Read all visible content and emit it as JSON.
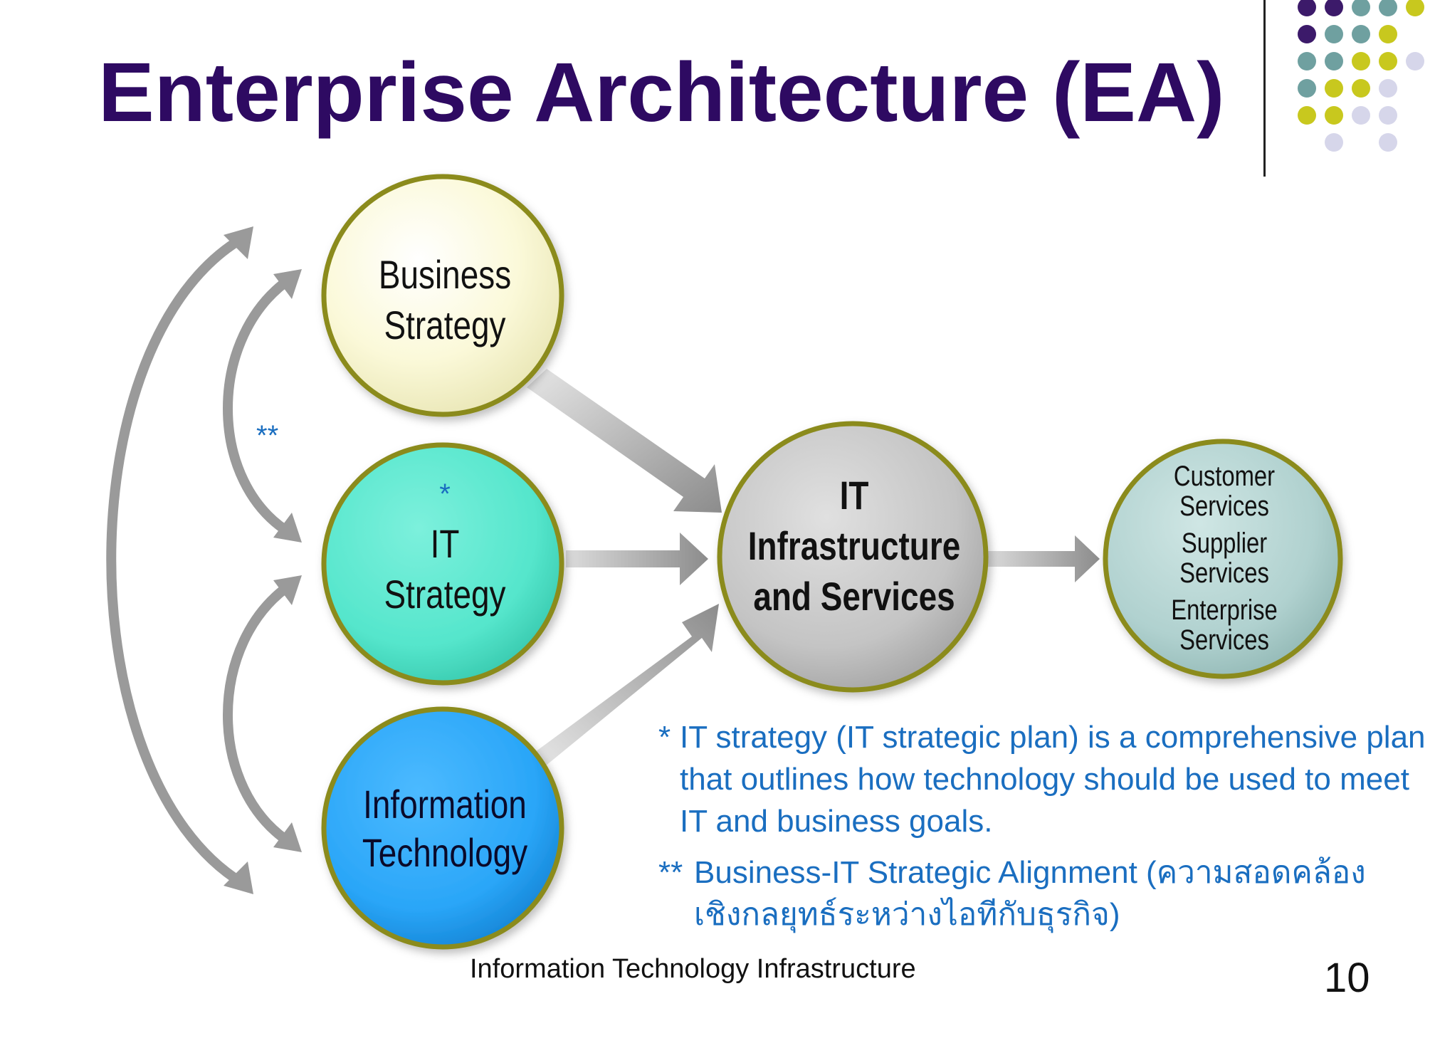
{
  "slide": {
    "title": "Enterprise Architecture (EA)",
    "footer": "Information Technology Infrastructure",
    "page_number": "10"
  },
  "diagram": {
    "business_strategy": {
      "line1": "Business",
      "line2": "Strategy",
      "fill": "#fbf9d9"
    },
    "it_strategy": {
      "star": "*",
      "line1": "IT",
      "line2": "Strategy",
      "fill": "#55e6cc"
    },
    "information_technology": {
      "line1": "Information",
      "line2": "Technology",
      "fill": "#2aa6f8"
    },
    "it_infrastructure": {
      "line1": "IT",
      "line2": "Infrastructure",
      "line3": "and Services",
      "fill": "#c4c4c4"
    },
    "services": {
      "fill": "#b0d1cf",
      "customer": [
        "Customer",
        "Services"
      ],
      "supplier": [
        "Supplier",
        "Services"
      ],
      "enterprise": [
        "Enterprise",
        "Services"
      ]
    },
    "alignment_marker": "**",
    "ring_color": "#8b8b1e",
    "arrow_color": "#9a9a9a"
  },
  "notes": {
    "note1_marker": "*",
    "note1_text": "IT strategy (IT strategic plan) is a comprehensive plan that outlines how technology should be used to meet IT and business goals.",
    "note2_marker": "**",
    "note2_text": "Business-IT Strategic Alignment (ความสอดคล้องเชิงกลยุทธ์ระหว่างไอทีกับธุรกิจ)"
  },
  "decoration": {
    "dot_colors": [
      "#3c1a6a",
      "#6fa0a0",
      "#c8c81e",
      "#d6d6ea"
    ]
  }
}
